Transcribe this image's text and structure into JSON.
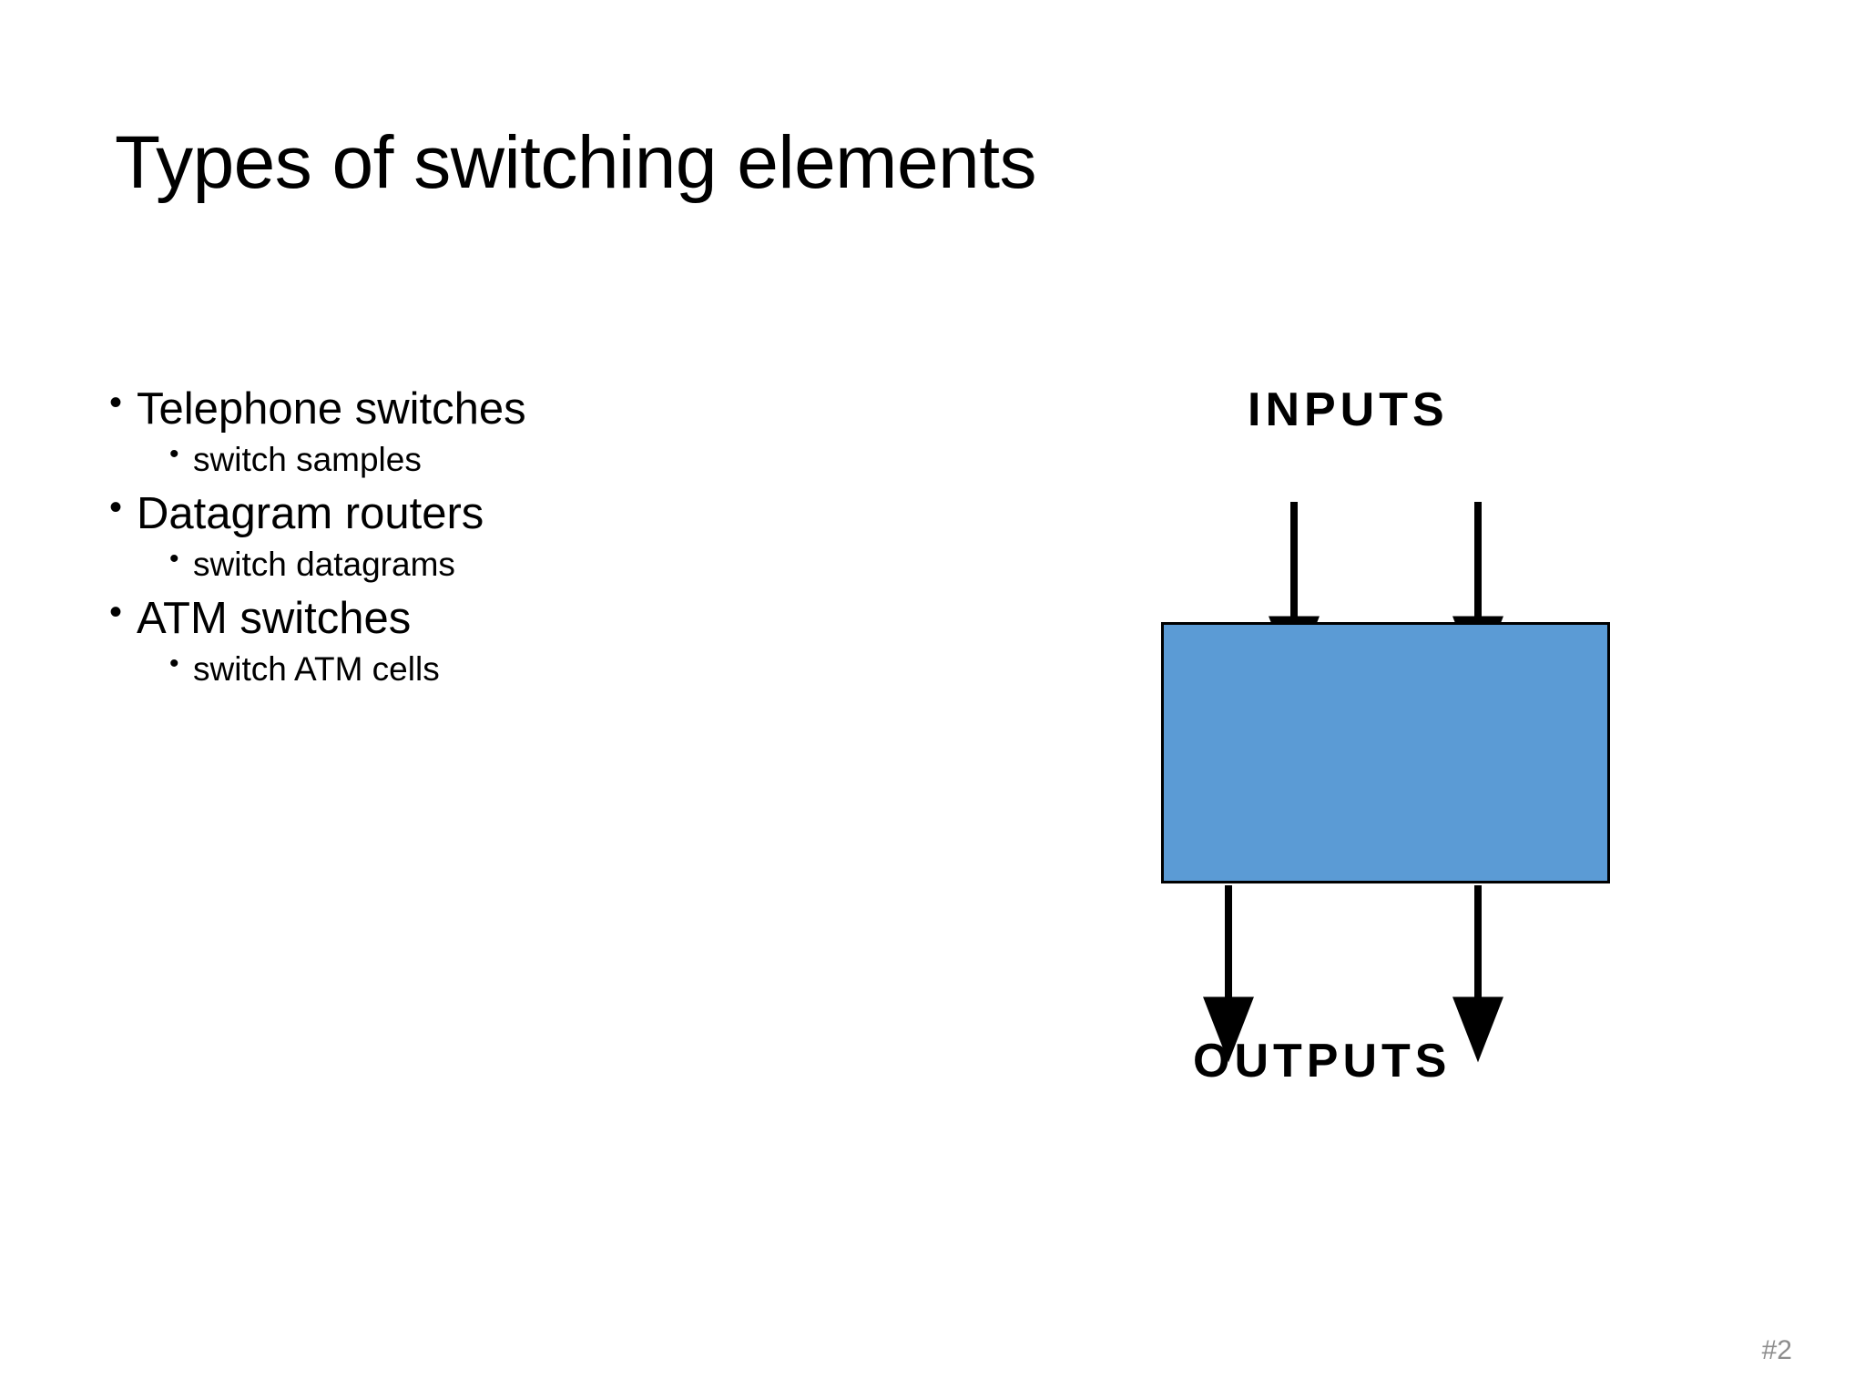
{
  "slide": {
    "title": "Types of switching elements",
    "page_number": "#2",
    "background_color": "#ffffff"
  },
  "bullets": [
    {
      "level": 1,
      "marker": "•",
      "text": "Telephone switches"
    },
    {
      "level": 2,
      "marker": "•",
      "text": "switch samples"
    },
    {
      "level": 1,
      "marker": "•",
      "text": "Datagram routers"
    },
    {
      "level": 2,
      "marker": "•",
      "text": "switch datagrams"
    },
    {
      "level": 1,
      "marker": "•",
      "text": "ATM switches"
    },
    {
      "level": 2,
      "marker": "•",
      "text": "switch ATM cells"
    }
  ],
  "diagram": {
    "top_label": "INPUTS",
    "bottom_label": "OUTPUTS",
    "box_fill_color": "#5B9BD5",
    "box_border_color": "#000000",
    "arrow_color": "#000000",
    "input_arrow_count": 2,
    "output_arrow_count": 2
  }
}
